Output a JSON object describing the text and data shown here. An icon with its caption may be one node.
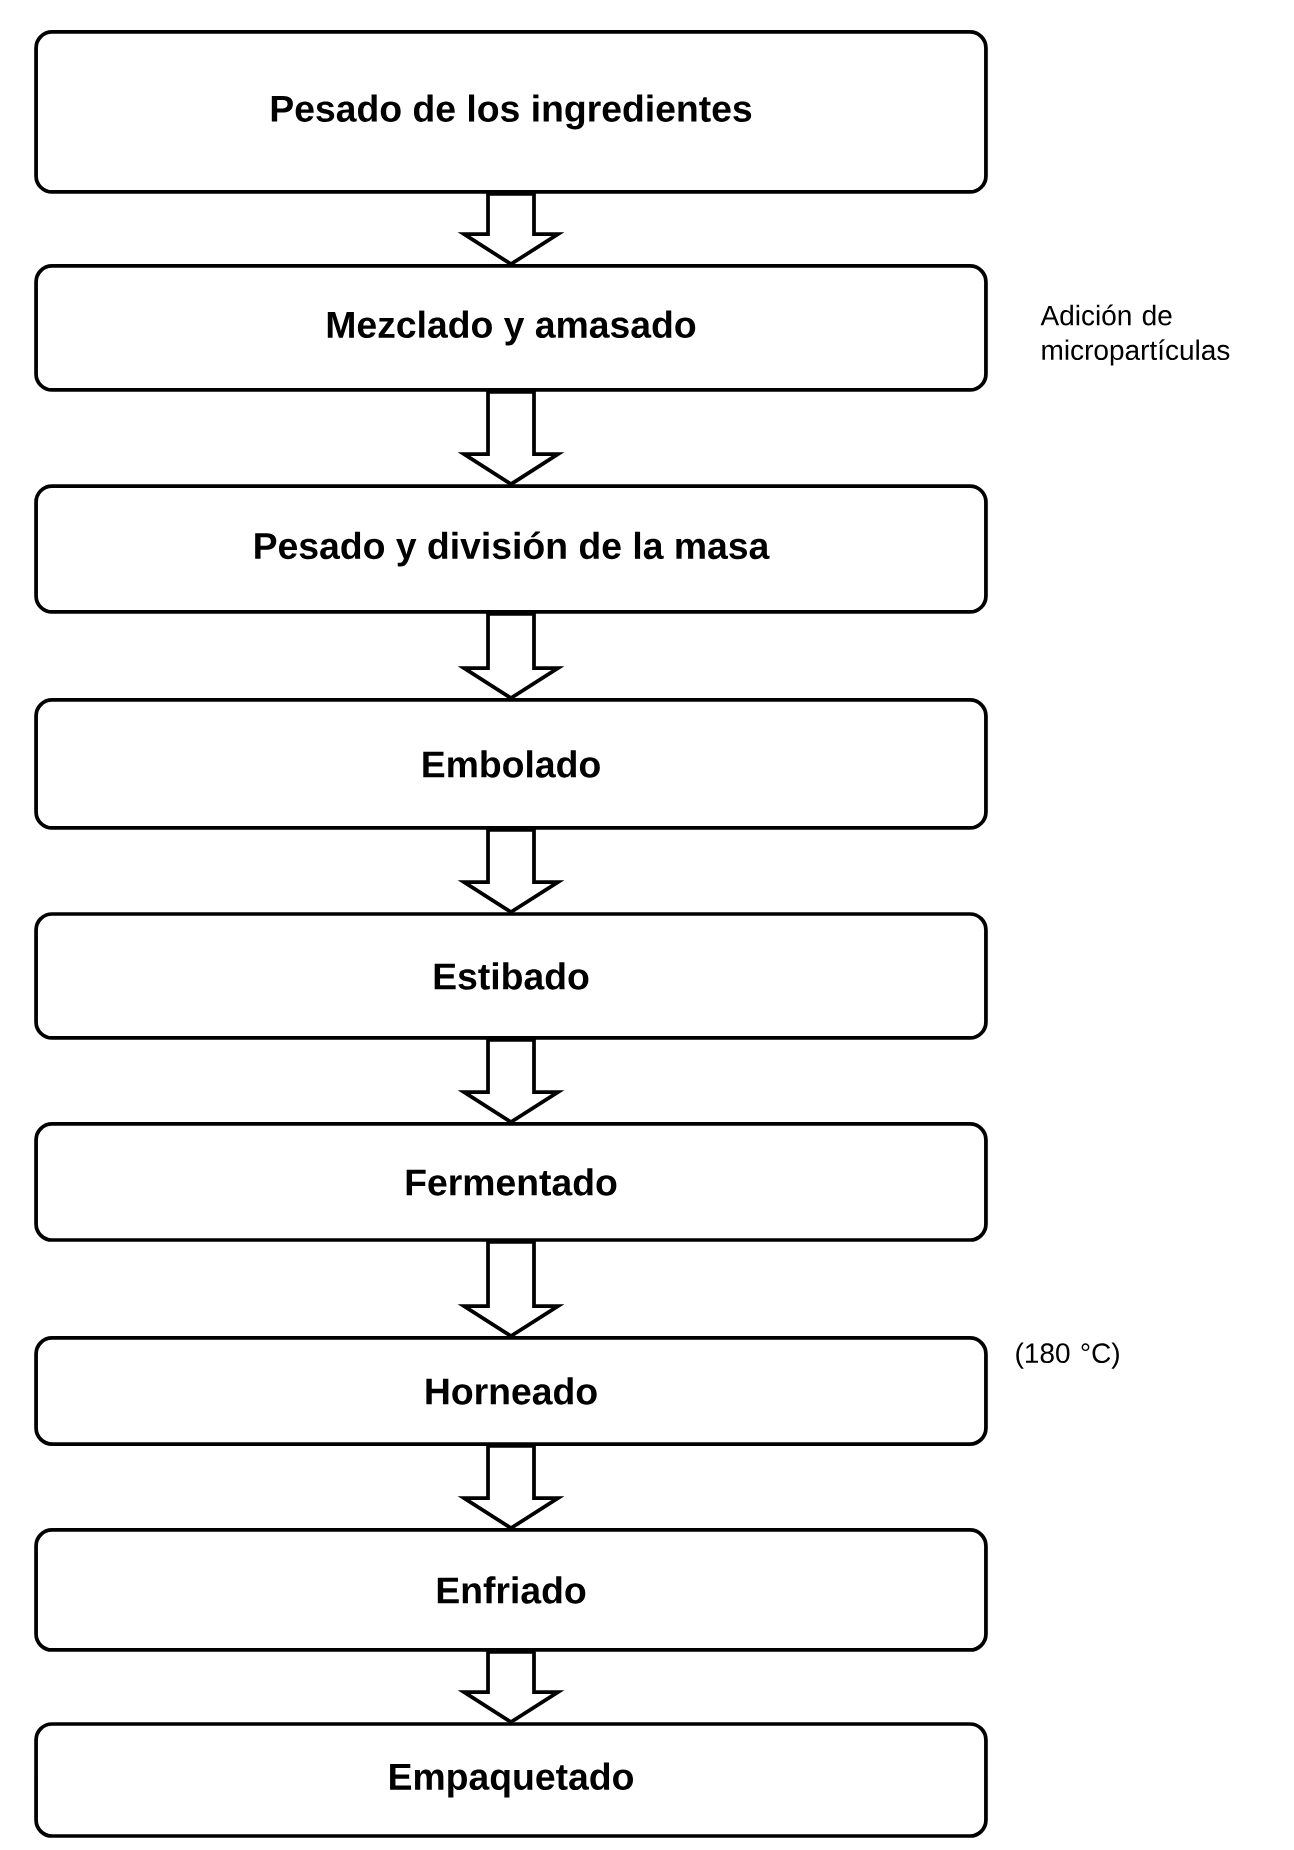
{
  "diagram": {
    "nodes": [
      {
        "text": [
          "Pesado de los ingredientes"
        ]
      },
      {
        "text": [
          "Mezclado y amasado"
        ],
        "beside": [
          "Adición de micropartículas"
        ]
      },
      {
        "text": [
          "Pesado y división de la masa"
        ]
      },
      {
        "text": [
          "Embolado"
        ]
      },
      {
        "text": [
          "Estibado"
        ]
      },
      {
        "text": [
          "Fermentado"
        ]
      },
      {
        "text": [
          "Horneado"
        ],
        "beside": [
          "(180 °C)"
        ]
      },
      {
        "text": [
          "Enfriado"
        ]
      },
      {
        "text": [
          "Empaquetado"
        ]
      }
    ],
    "edges": [
      {
        "from": 0,
        "to": 1,
        "arrow": "to"
      },
      {
        "from": 1,
        "to": 2,
        "arrow": "to"
      },
      {
        "from": 2,
        "to": 3,
        "arrow": "to"
      },
      {
        "from": 3,
        "to": 4,
        "arrow": "to"
      },
      {
        "from": 4,
        "to": 5,
        "arrow": "to"
      },
      {
        "from": 5,
        "to": 6,
        "arrow": "to"
      },
      {
        "from": 6,
        "to": 7,
        "arrow": "to"
      },
      {
        "from": 7,
        "to": 8,
        "arrow": "to"
      }
    ]
  }
}
